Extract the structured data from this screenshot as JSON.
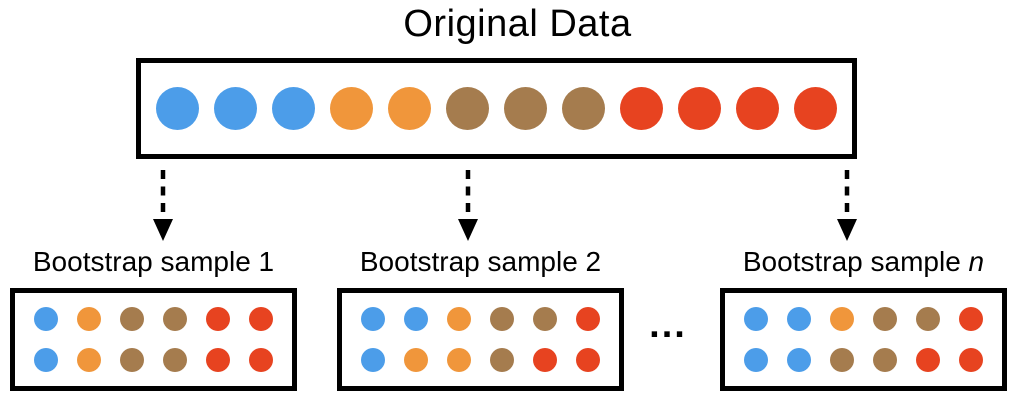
{
  "title": "Original Data",
  "ellipsis": "...",
  "colors": {
    "blue": "#4C9DE9",
    "orange": "#F0963B",
    "brown": "#A57C4E",
    "red": "#E74320"
  },
  "original_data": {
    "dots": [
      "blue",
      "blue",
      "blue",
      "orange",
      "orange",
      "brown",
      "brown",
      "brown",
      "red",
      "red",
      "red",
      "red"
    ]
  },
  "samples": [
    {
      "label_prefix": "Bootstrap sample ",
      "label_suffix": "1",
      "rows": [
        [
          "blue",
          "orange",
          "brown",
          "brown",
          "red",
          "red"
        ],
        [
          "blue",
          "orange",
          "brown",
          "brown",
          "red",
          "red"
        ]
      ]
    },
    {
      "label_prefix": "Bootstrap sample ",
      "label_suffix": "2",
      "rows": [
        [
          "blue",
          "blue",
          "orange",
          "brown",
          "brown",
          "red"
        ],
        [
          "blue",
          "orange",
          "orange",
          "brown",
          "red",
          "red"
        ]
      ]
    },
    {
      "label_prefix": "Bootstrap sample ",
      "label_suffix": "n",
      "rows": [
        [
          "blue",
          "blue",
          "orange",
          "brown",
          "brown",
          "red"
        ],
        [
          "blue",
          "blue",
          "brown",
          "brown",
          "red",
          "red"
        ]
      ]
    }
  ]
}
